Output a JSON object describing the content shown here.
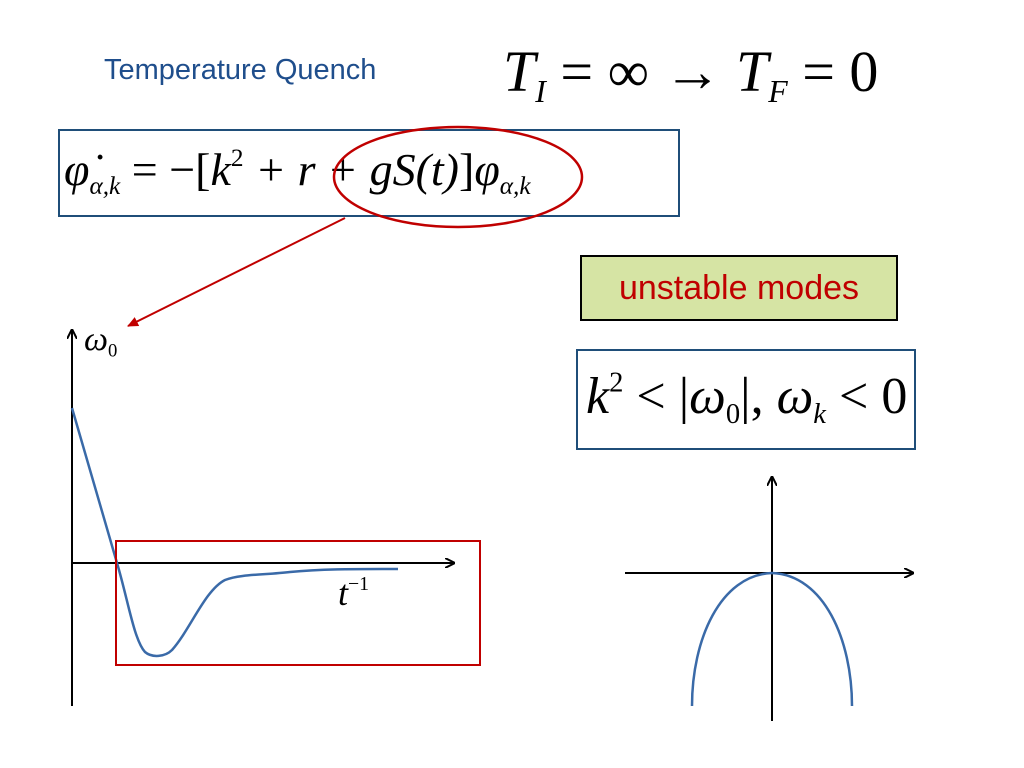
{
  "title": "Temperature Quench",
  "quench_eq": {
    "T": "T",
    "sub_I": "I",
    "eq1": " = ∞ → ",
    "T2": "T",
    "sub_F": "F",
    "eq2": " = 0"
  },
  "main_eq": {
    "phi_dot": "φ̇",
    "sub_left": "α,k",
    "eq_open": " = −[",
    "k": "k",
    "k_exp": "2",
    "plus_r": " + r + ",
    "gS": "gS",
    "paren_t": "(t)",
    "close": "]",
    "phi": "φ",
    "sub_right": "α,k"
  },
  "unstable_label": "unstable modes",
  "condition": {
    "k": "k",
    "k_exp": "2",
    "lt": " < |",
    "omega": "ω",
    "sub0": "0",
    "mid": "|, ",
    "omega2": "ω",
    "subk": "k",
    "end": " < 0"
  },
  "left_plot": {
    "y_label": "ω",
    "y_label_sub": "0",
    "x_label": "t",
    "x_label_exp": "−1"
  },
  "colors": {
    "title": "#1f4e8c",
    "curve": "#3a6aa8",
    "highlight": "#c00000",
    "box": "#1f4e79",
    "unstable_bg": "#d6e4a4"
  }
}
